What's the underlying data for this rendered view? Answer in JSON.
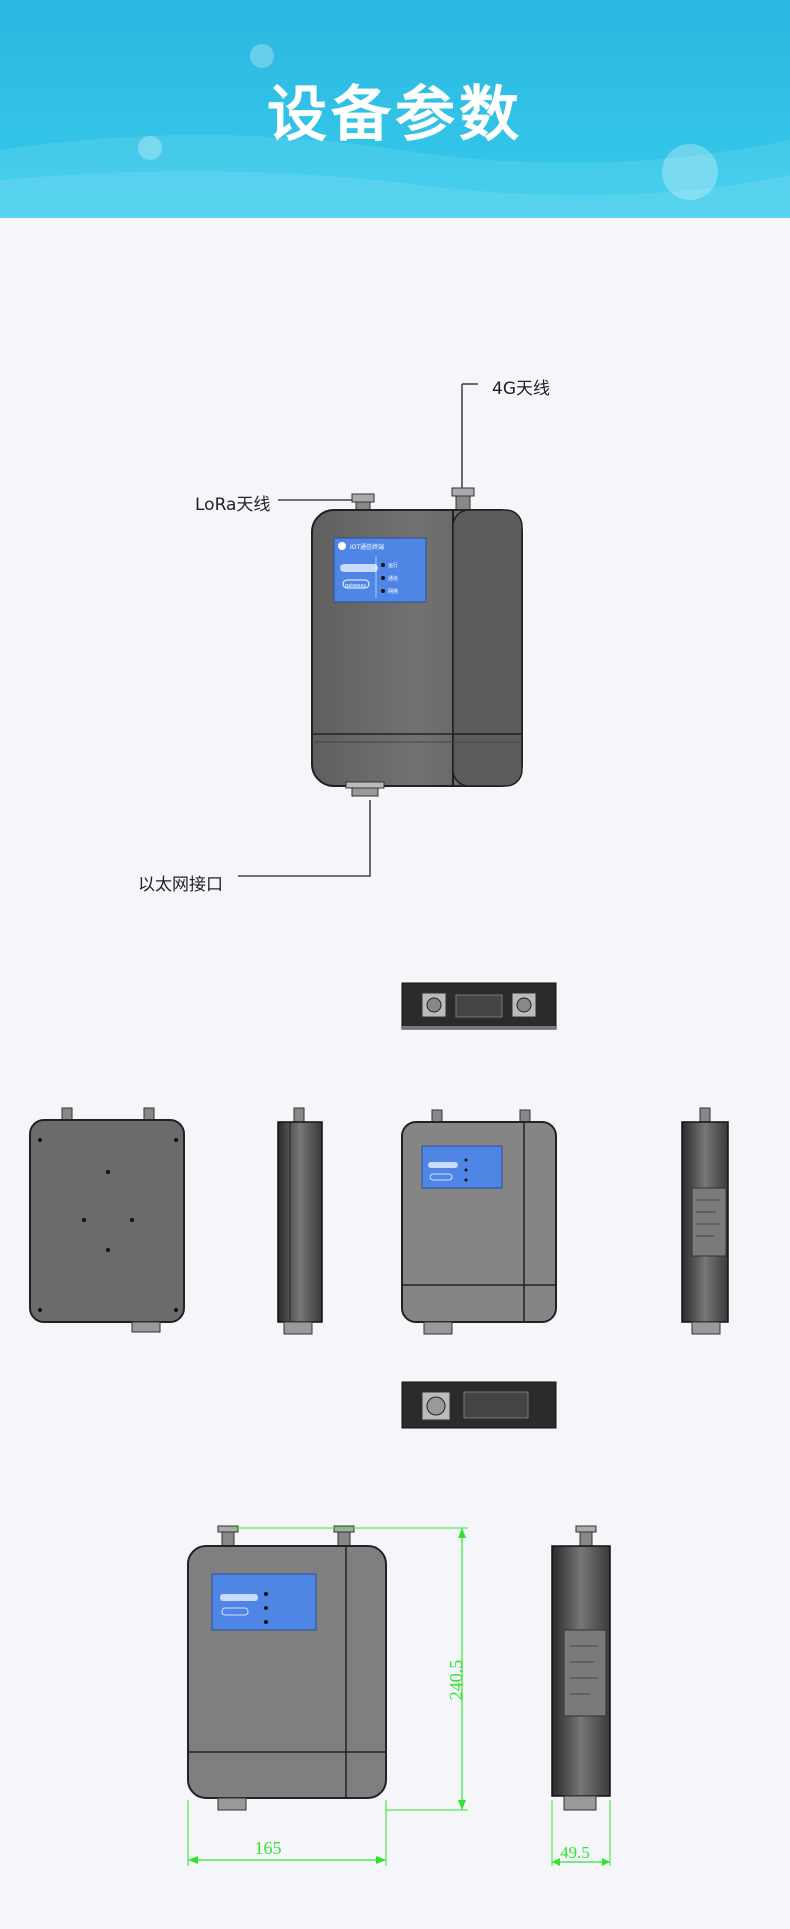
{
  "header": {
    "title": "设备参数"
  },
  "callouts": {
    "antenna_4g": "4G天线",
    "antenna_lora": "LoRa天线",
    "ethernet": "以太网接口"
  },
  "panel": {
    "logo_text": "IOT通信终端",
    "brand": "gateway",
    "led_1": "运行",
    "led_2": "通信",
    "led_3": "网络"
  },
  "dimensions": {
    "height": "240.5",
    "width": "165",
    "depth": "49.5"
  },
  "colors": {
    "banner": "#2bb7e0",
    "device_body": "#6e6e6e",
    "panel_blue": "#4f86e6",
    "dimension_green": "#33e42f"
  }
}
